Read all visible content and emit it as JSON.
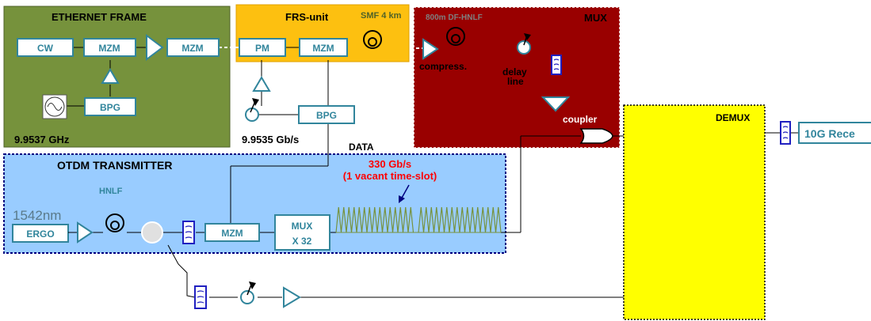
{
  "ethernet_frame": {
    "title": "ETHERNET FRAME",
    "cw": "CW",
    "mzm1": "MZM",
    "mzm2": "MZM",
    "bpg": "BPG",
    "freq": "9.9537 GHz",
    "color": "#76923c"
  },
  "frs_unit": {
    "title": "FRS-unit",
    "smf": "SMF 4 km",
    "pm": "PM",
    "mzm": "MZM",
    "bpg": "BPG",
    "rate": "9.9535 Gb/s",
    "color": "#fdc010"
  },
  "mux": {
    "title": "MUX",
    "fiber": "800m DF-HNLF",
    "compress": "compress.",
    "delay_line": "delay line",
    "coupler": "coupler",
    "color": "#990000"
  },
  "otdm": {
    "title": "OTDM TRANSMITTER",
    "hnlf": "HNLF",
    "wavelength": "1542nm",
    "ergo": "ERGO",
    "mzm": "MZM",
    "mux_line1": "MUX",
    "mux_line2": "X 32",
    "data": "DATA",
    "rate": "330 Gb/s",
    "vacant": "(1 vacant time-slot)",
    "color": "#99ccff"
  },
  "demux": {
    "title": "DEMUX",
    "color": "#ffff00"
  },
  "receiver": {
    "label": "10G Rece"
  },
  "colors": {
    "box_border": "#31859c",
    "box_text": "#31859c",
    "filter": "#2020c0",
    "red_text": "#ff0000",
    "pulse": "#76923c"
  }
}
